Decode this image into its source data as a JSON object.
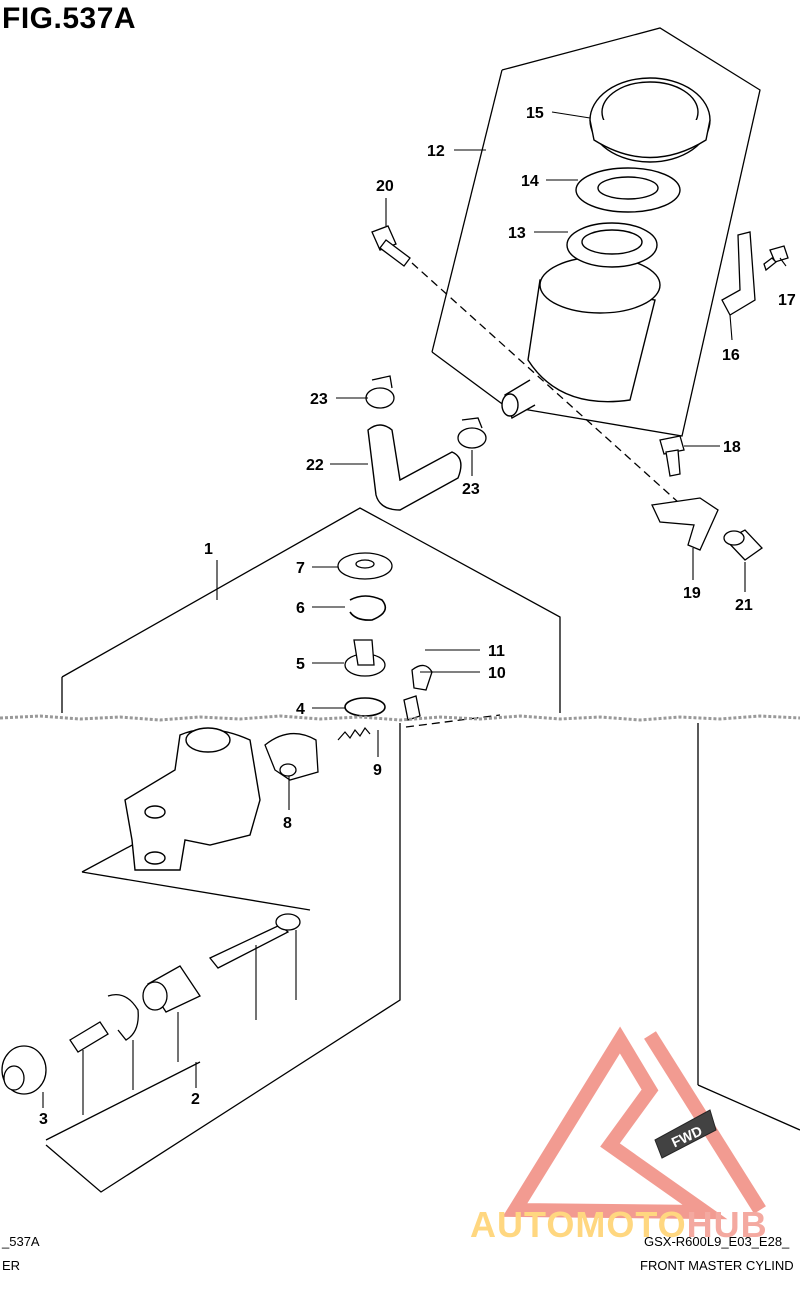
{
  "figure": {
    "title": "FIG.537A"
  },
  "footer": {
    "left_code": "_537A",
    "left_name": "ER",
    "right_code": "GSX-R600L9_E03_E28_",
    "right_name": "FRONT MASTER CYLIND"
  },
  "watermark": {
    "part1": "AUTOMOTO",
    "part2": "HUB",
    "fwd_label": "FWD",
    "colors": {
      "primary": "#f4a9a0",
      "secondary": "#ffd780",
      "logo": "#f08a7e"
    }
  },
  "callouts": [
    "1",
    "2",
    "3",
    "4",
    "5",
    "6",
    "7",
    "8",
    "9",
    "10",
    "11",
    "12",
    "13",
    "14",
    "15",
    "16",
    "17",
    "18",
    "19",
    "20",
    "21",
    "22",
    "23",
    "23"
  ]
}
